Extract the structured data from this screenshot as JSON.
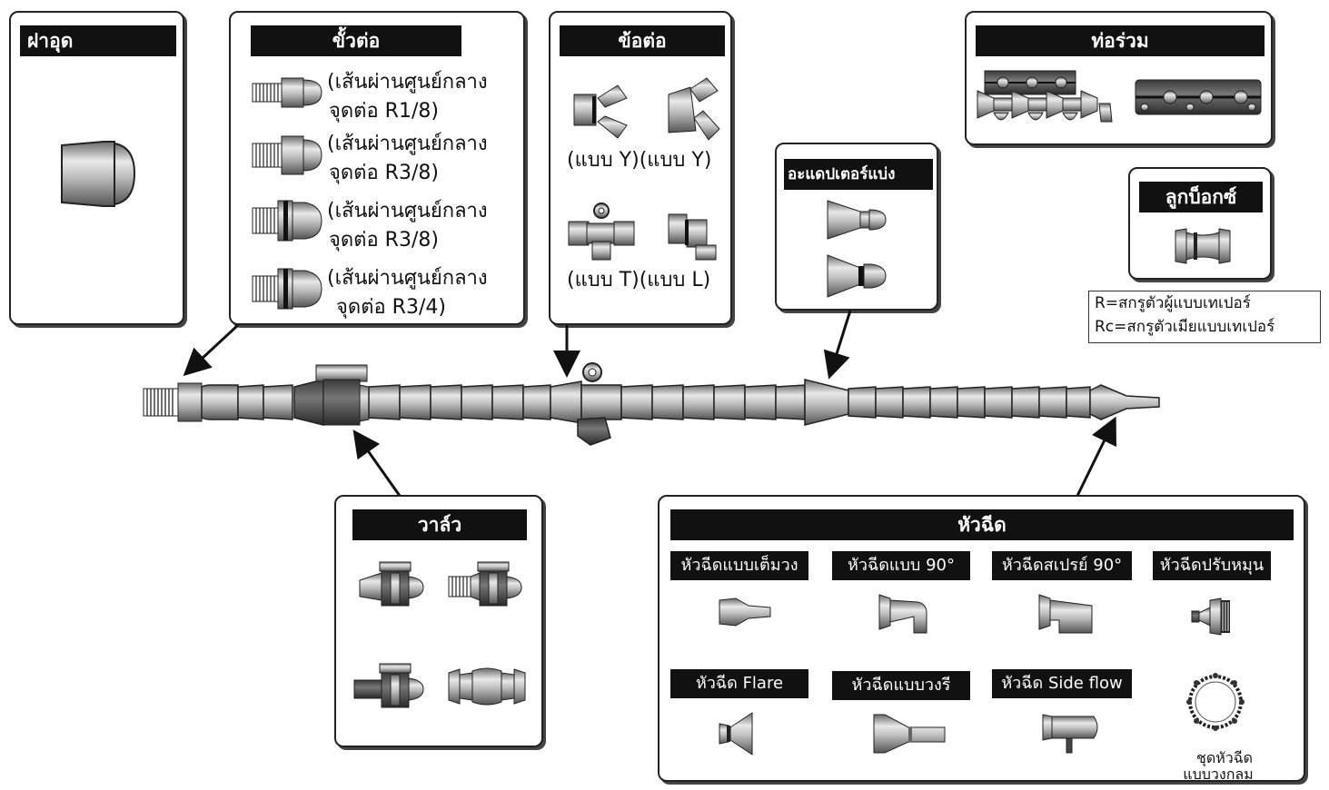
{
  "panels": {
    "cap": {
      "title": "ฝาอุด"
    },
    "connector": {
      "title": "ขั้วต่อ",
      "items": [
        {
          "line1": "(เส้นผ่านศูนย์กลาง",
          "line2": "จุดต่อ R1/8)"
        },
        {
          "line1": "(เส้นผ่านศูนย์กลาง",
          "line2": "จุดต่อ R3/8)"
        },
        {
          "line1": "(เส้นผ่านศูนย์กลาง",
          "line2": "จุดต่อ R3/8)"
        },
        {
          "line1": "(เส้นผ่านศูนย์กลาง",
          "line2": "จุดต่อ R3/4)"
        }
      ]
    },
    "joint": {
      "title": "ข้อต่อ",
      "row1_label": "(แบบ Y)(แบบ Y)",
      "row2_label": "(แบบ T)(แบบ L)"
    },
    "adapter": {
      "title": "อะแดปเตอร์แบ่ง"
    },
    "manifold": {
      "title": "ท่อร่วม"
    },
    "ball": {
      "title": "ลูกบ็อกซ์"
    },
    "valve": {
      "title": "วาล์ว"
    },
    "nozzle": {
      "title": "หัวฉีด",
      "types": [
        "หัวฉีดแบบเต็มวง",
        "หัวฉีดแบบ  90°",
        "หัวฉีดสเปรย์ 90°",
        "หัวฉีดปรับหมุน",
        "หัวฉีด Flare",
        "หัวฉีดแบบวงรี",
        "หัวฉีด Side flow"
      ],
      "ring_label_1": "ชุดหัวฉีด",
      "ring_label_2": "แบบวงกลม"
    }
  },
  "legend": {
    "line1": "R=สกรูตัวผู้แบบเทเปอร์",
    "line2": "Rc=สกรูตัวเมียแบบเทเปอร์"
  }
}
